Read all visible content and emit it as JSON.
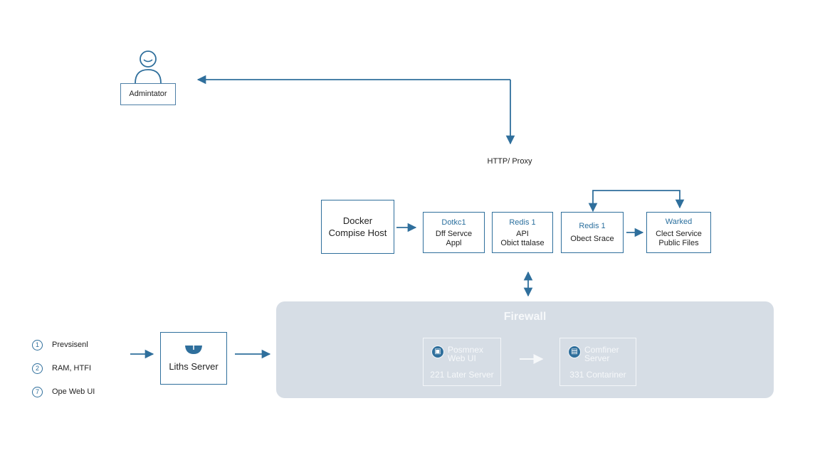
{
  "admin": {
    "label": "Admintator"
  },
  "proxy": {
    "label": "HTTP/ Proxy"
  },
  "boxes": {
    "docker": {
      "line1": "Docker",
      "line2": "Compise Host"
    },
    "dotkc": {
      "title": "Dotkc1",
      "line1": "Dff Servce",
      "line2": "Appl"
    },
    "redis_api": {
      "title": "Redis 1",
      "line1": "API",
      "line2": "Obict ttalase"
    },
    "redis_obj": {
      "title": "Redis 1",
      "line1": "Obect Srace"
    },
    "warked": {
      "title": "Warked",
      "line1": "Clect Service",
      "line2": "Public Files"
    }
  },
  "firewall": {
    "title": "Firewall",
    "card1": {
      "head1": "Posmnex",
      "head2": "Web UI",
      "sub": "221 Later Server"
    },
    "card2": {
      "head1": "Comfiner",
      "head2": "Server",
      "sub": "331 Contariner"
    }
  },
  "server": {
    "label": "Liths Server"
  },
  "steps": [
    {
      "num": "1",
      "text": "Prevsisenl"
    },
    {
      "num": "2",
      "text": "RAM, HTFI"
    },
    {
      "num": "7",
      "text": "Ope Web UI"
    }
  ],
  "colors": {
    "accent": "#2f6f9c",
    "firewall_bg": "#d6dde5"
  },
  "icons": {
    "person": "person-icon",
    "server": "server-icon",
    "firewall_card": "container-icon"
  }
}
